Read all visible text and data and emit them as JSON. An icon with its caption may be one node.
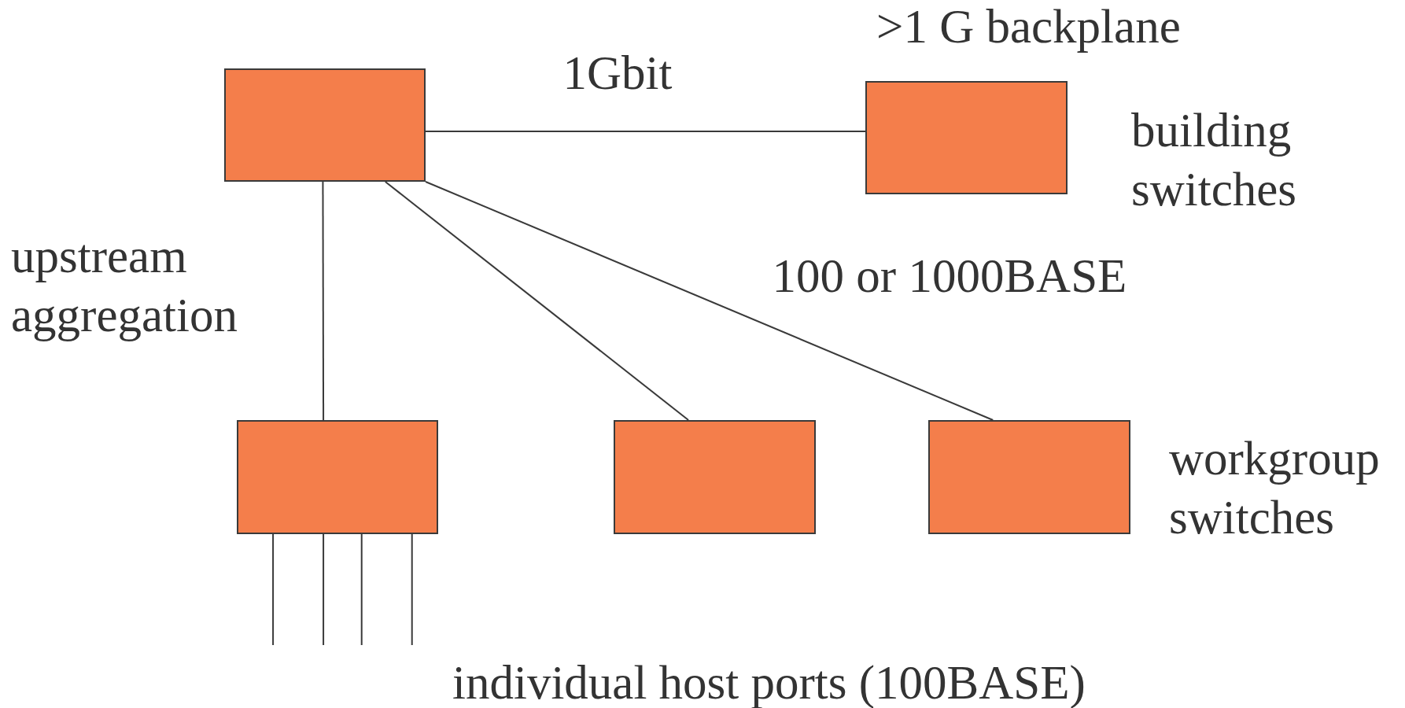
{
  "diagram": {
    "nodes": [
      {
        "text": [],
        "shape": "box"
      },
      {
        "text": [],
        "shape": "box"
      },
      {
        "text": [],
        "shape": "box"
      },
      {
        "text": [],
        "shape": "box"
      },
      {
        "text": [],
        "shape": "box"
      }
    ],
    "edges": [
      {
        "from": 0,
        "to": 1,
        "arrow": "none",
        "label": "1Gbit"
      },
      {
        "from": 0,
        "to": 2,
        "arrow": "none"
      },
      {
        "from": 0,
        "to": 3,
        "arrow": "none"
      },
      {
        "from": 0,
        "to": 4,
        "arrow": "none",
        "label": "100 or 1000BASE"
      },
      {
        "from": 2,
        "to": null,
        "arrow": "none"
      },
      {
        "from": 2,
        "to": null,
        "arrow": "none"
      },
      {
        "from": 2,
        "to": null,
        "arrow": "none"
      },
      {
        "from": 2,
        "to": null,
        "arrow": "none"
      }
    ],
    "labels": [
      ">1 G backplane",
      "building switches",
      "upstream aggregation",
      "workgroup switches",
      "individual host ports (100BASE)"
    ]
  }
}
